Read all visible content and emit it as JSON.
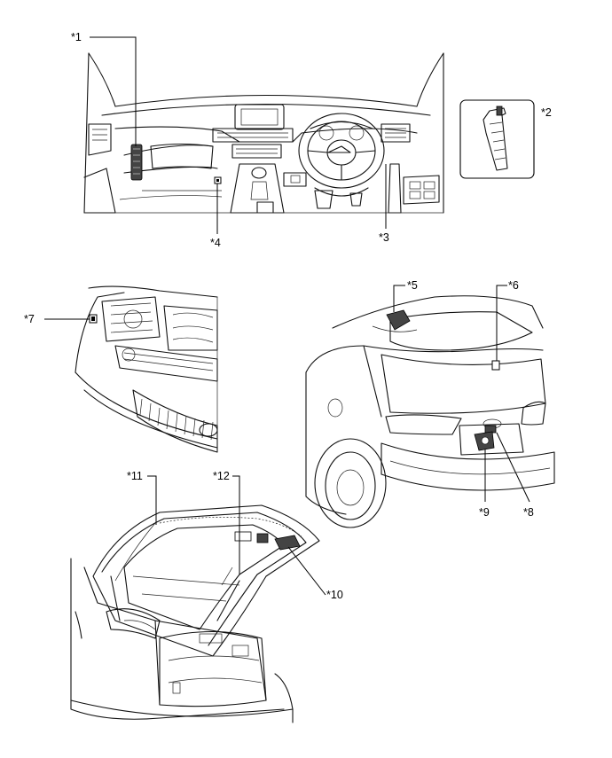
{
  "callouts": {
    "c1": "*1",
    "c2": "*2",
    "c3": "*3",
    "c4": "*4",
    "c5": "*5",
    "c6": "*6",
    "c7": "*7",
    "c8": "*8",
    "c9": "*9",
    "c10": "*10",
    "c11": "*11",
    "c12": "*12"
  },
  "colors": {
    "line": "#000000",
    "background": "#ffffff"
  }
}
